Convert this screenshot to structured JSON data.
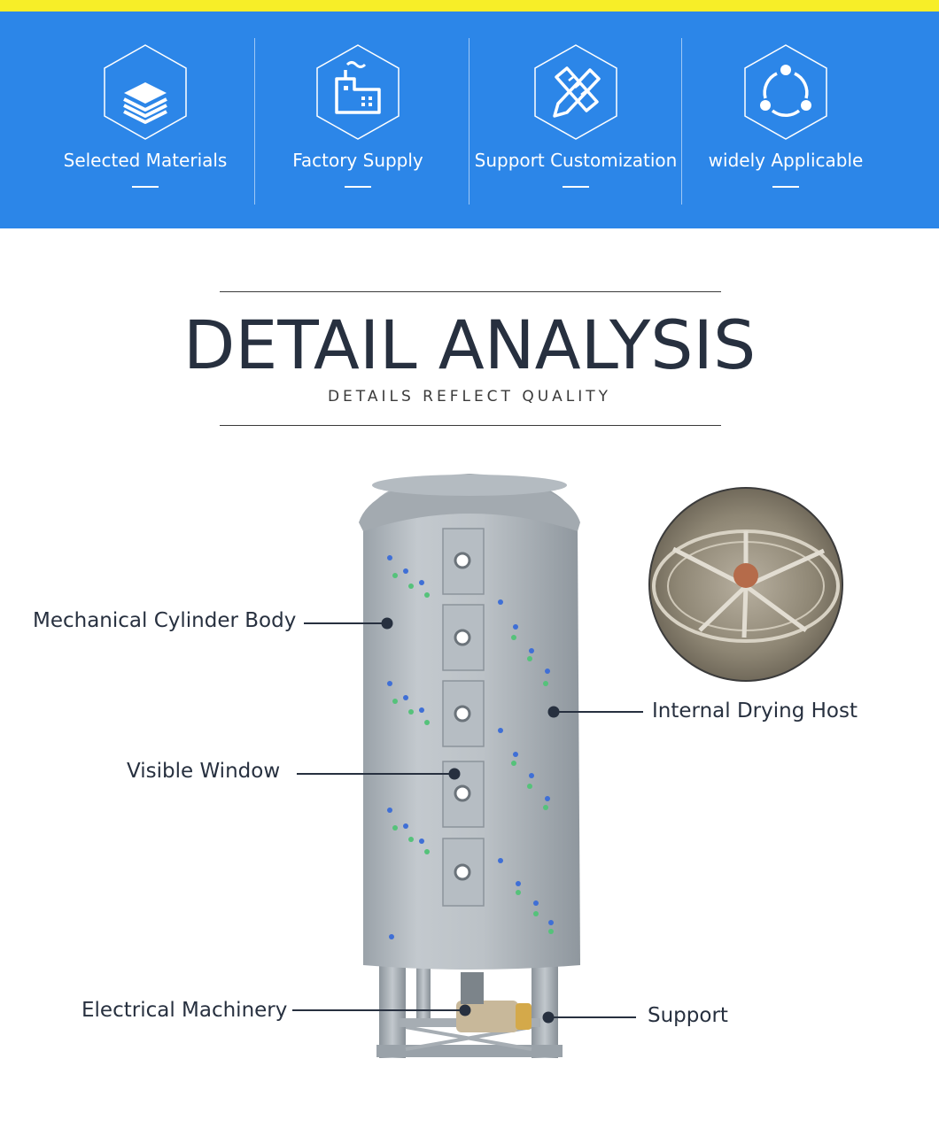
{
  "features": [
    {
      "label": "Selected Materials",
      "icon": "layers-icon"
    },
    {
      "label": "Factory Supply",
      "icon": "factory-icon"
    },
    {
      "label": "Support Customization",
      "icon": "pencil-ruler-icon"
    },
    {
      "label": "widely Applicable",
      "icon": "cycle-nodes-icon"
    }
  ],
  "section": {
    "title": "DETAIL ANALYSIS",
    "subtitle": "DETAILS REFLECT QUALITY"
  },
  "callouts": {
    "cylinder_body": "Mechanical Cylinder Body",
    "drying_host": "Internal Drying Host",
    "visible_window": "Visible Window",
    "electrical_machinery": "Electrical Machinery",
    "support": "Support"
  },
  "colors": {
    "accent_yellow": "#f7ee28",
    "band_blue": "#2c86e8",
    "text_dark": "#27303f",
    "tank_grey": "#b9c0c6"
  }
}
